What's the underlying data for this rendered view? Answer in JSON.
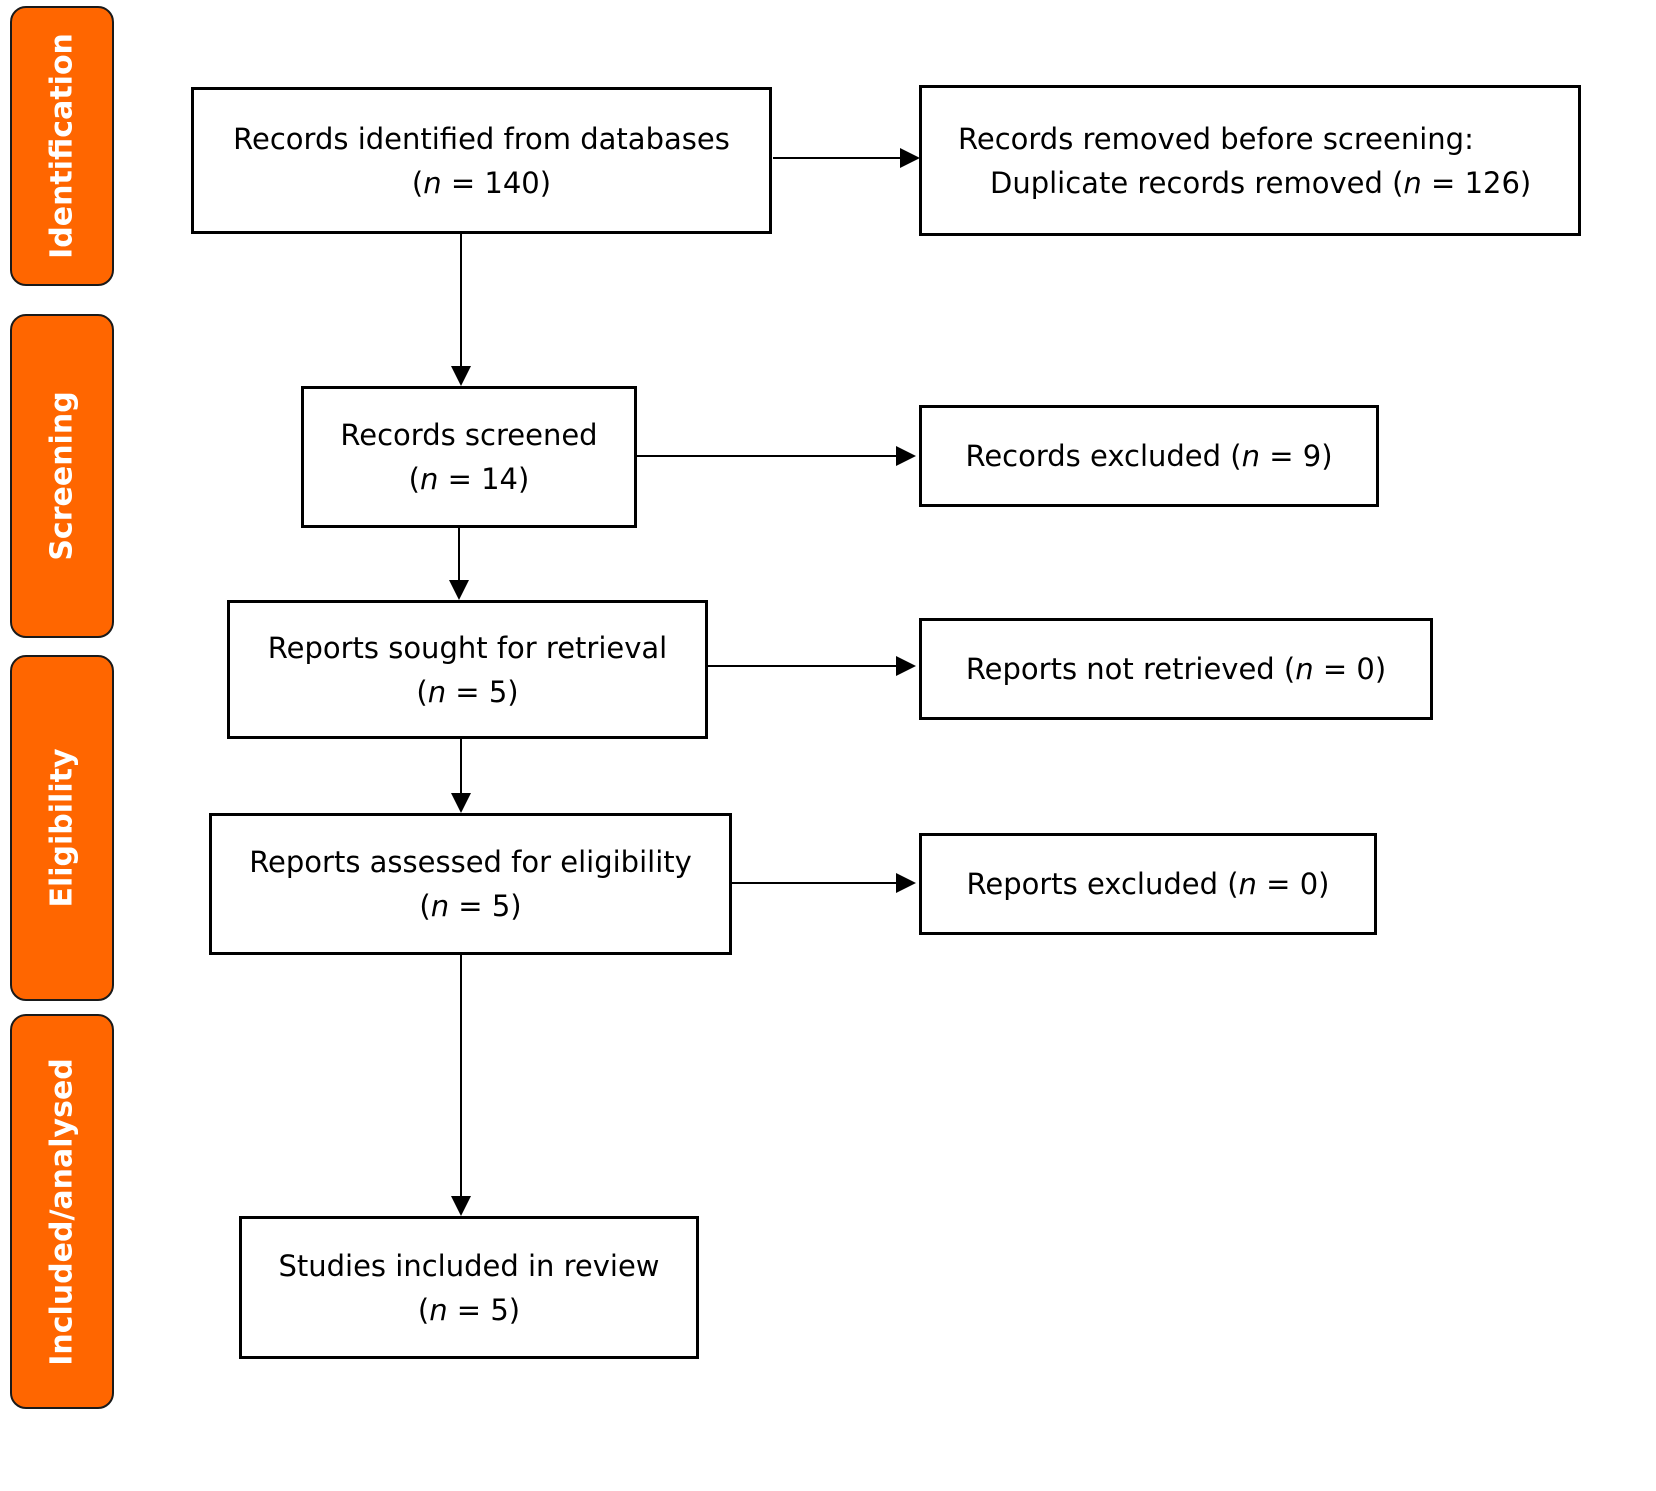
{
  "phases": {
    "identification": "Identification",
    "screening": "Screening",
    "eligibility": "Eligibility",
    "included": "Included/analysed"
  },
  "boxes": {
    "identified": {
      "title": "Records identified from databases",
      "n": "140"
    },
    "removed": {
      "title": "Records removed before screening:",
      "detail": "Duplicate records removed",
      "n": "126"
    },
    "screened": {
      "title": "Records screened",
      "n": "14"
    },
    "excluded_records": {
      "title": "Records excluded",
      "n": "9"
    },
    "sought": {
      "title": "Reports sought for retrieval",
      "n": "5"
    },
    "not_retrieved": {
      "title": "Reports not retrieved",
      "n": "0"
    },
    "assessed": {
      "title": "Reports assessed for eligibility",
      "n": "5"
    },
    "excluded_reports": {
      "title": "Reports excluded",
      "n": "0"
    },
    "included": {
      "title": "Studies included in review",
      "n": "5"
    }
  },
  "n_symbol": "n",
  "colors": {
    "phase_fill": "#ff6600",
    "phase_text": "#ffffff",
    "box_border": "#000000"
  }
}
